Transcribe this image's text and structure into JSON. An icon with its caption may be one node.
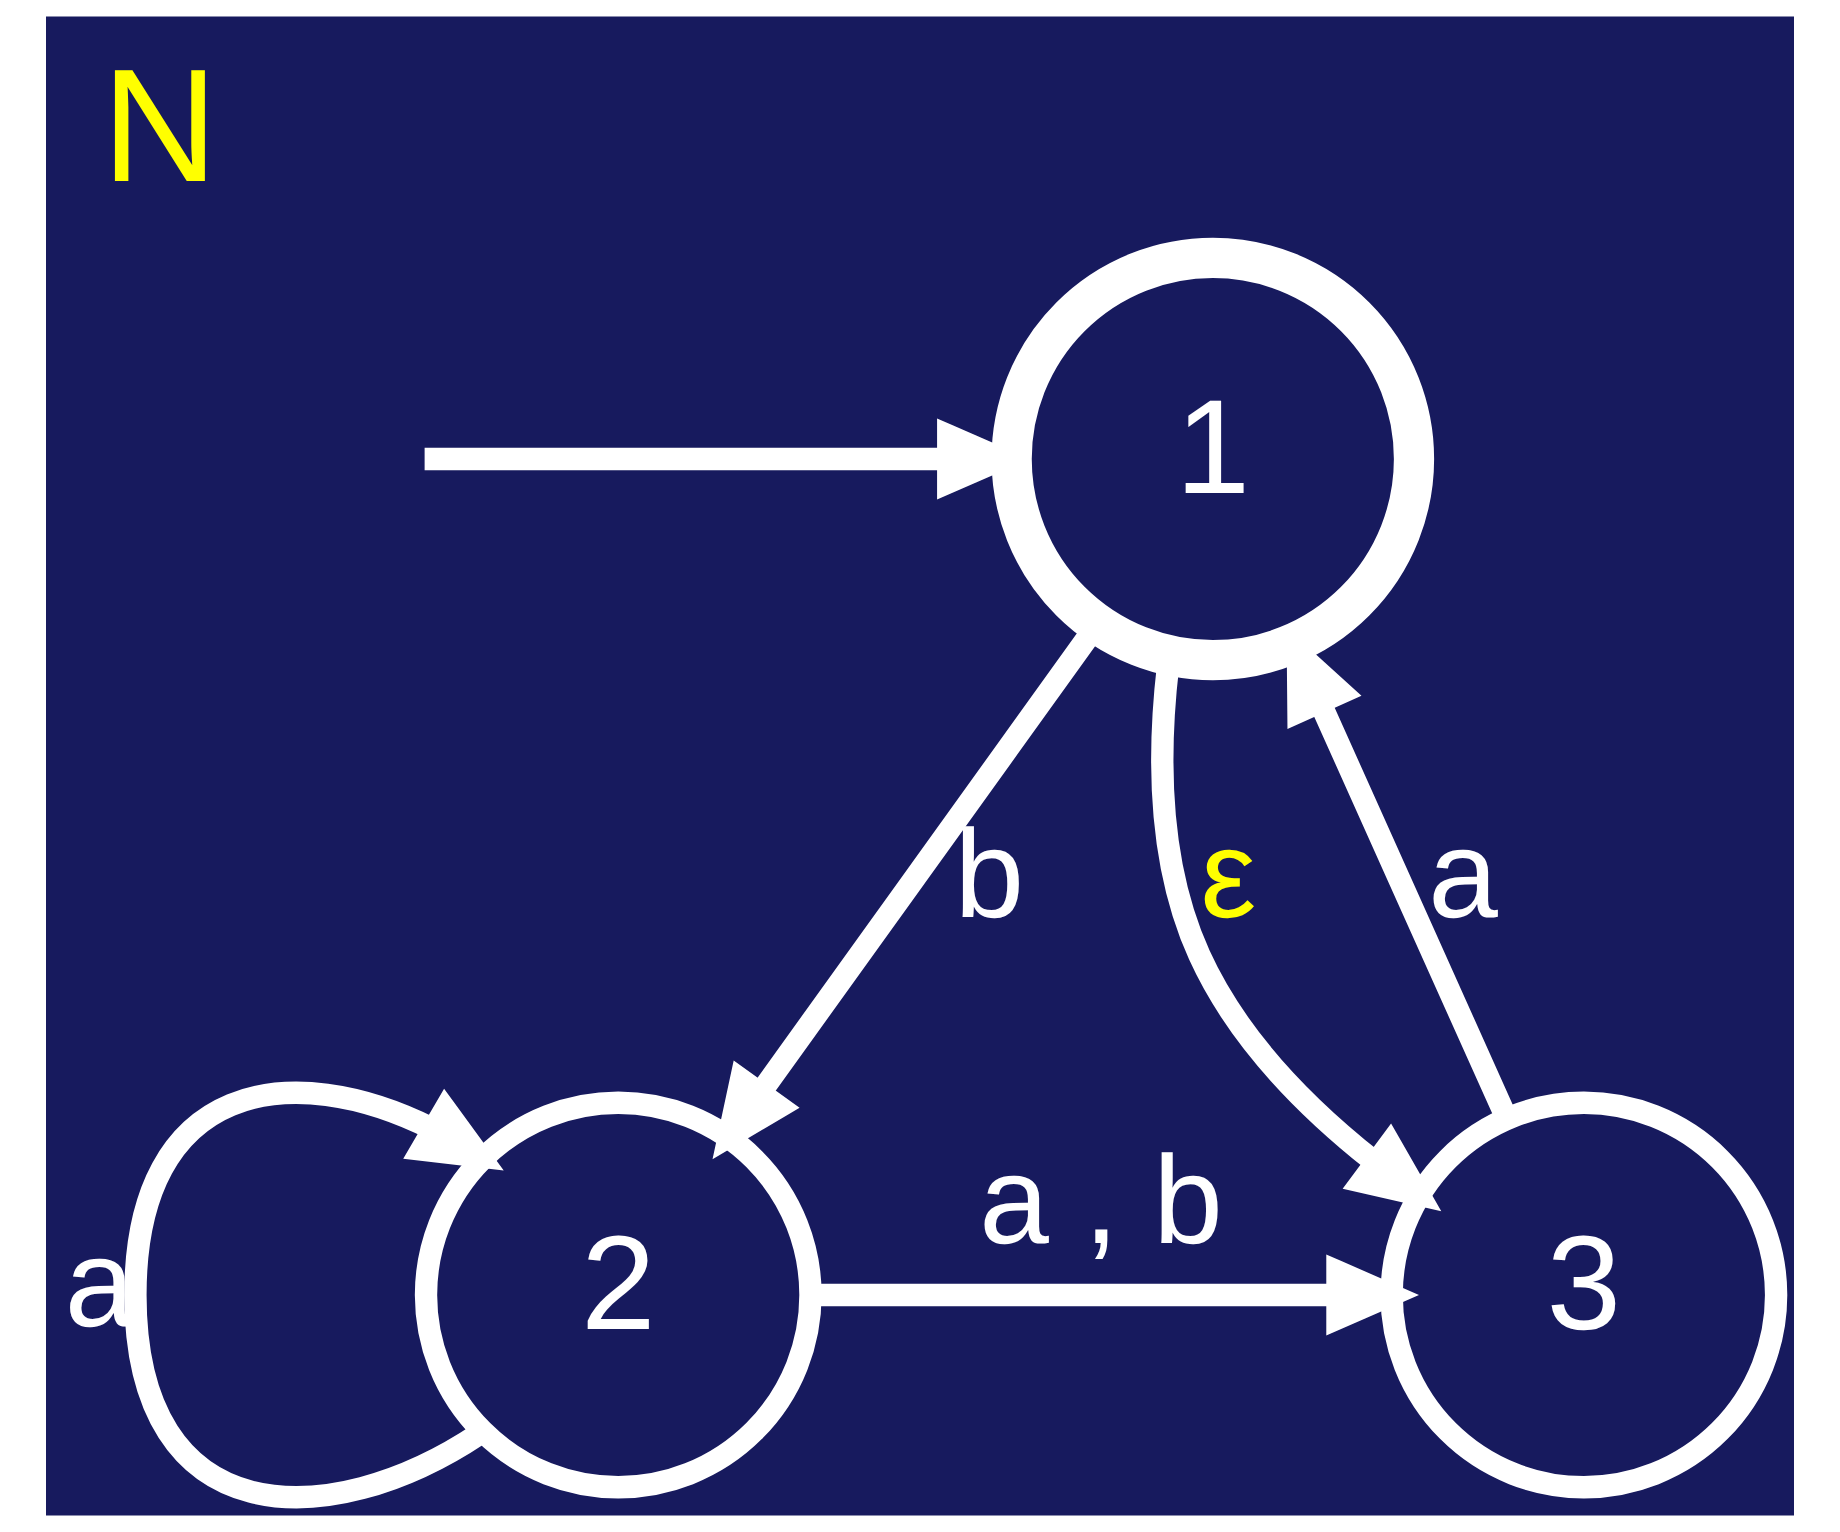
{
  "diagram": {
    "title": "N",
    "nodes": [
      {
        "text": [
          "1"
        ]
      },
      {
        "text": [
          "2"
        ]
      },
      {
        "text": [
          "3"
        ]
      }
    ],
    "edges": [
      {
        "from": null,
        "to": 0,
        "arrow": "to"
      },
      {
        "from": 0,
        "to": 1,
        "label": "b",
        "arrow": "to"
      },
      {
        "from": 1,
        "to": 1,
        "label": "a",
        "arrow": "to"
      },
      {
        "from": 0,
        "to": 2,
        "label": "ε",
        "arrow": "to"
      },
      {
        "from": 2,
        "to": 0,
        "label": "a",
        "arrow": "to"
      },
      {
        "from": 1,
        "to": 2,
        "label": "a , b",
        "arrow": "to"
      }
    ]
  }
}
